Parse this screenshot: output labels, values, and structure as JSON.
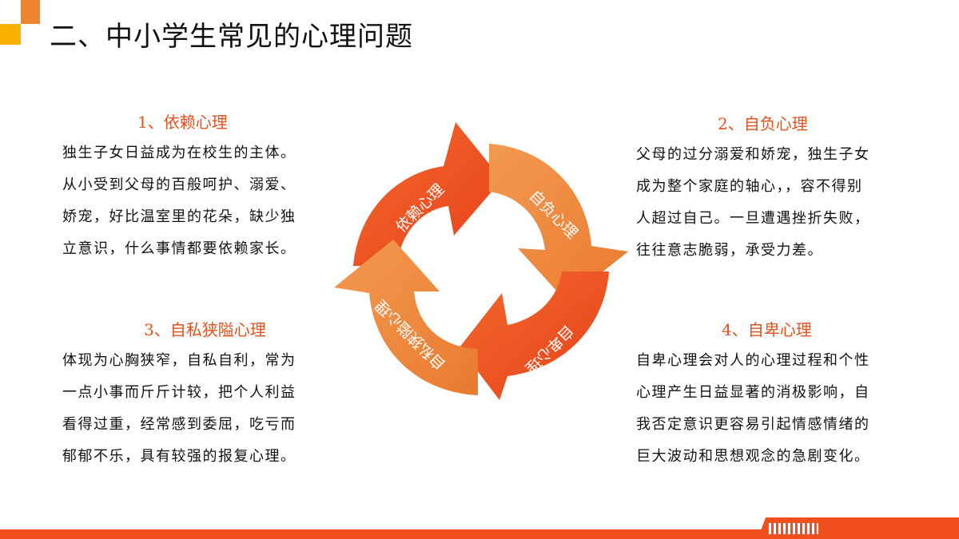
{
  "header": {
    "title": "二、中小学生常见的心理问题"
  },
  "sections": [
    {
      "heading": "1、依赖心理",
      "lines": [
        "独生子女日益成为在校生的主体。",
        "从小受到父母的百般呵护、溺爱、",
        "娇宠，好比温室里的花朵，缺少独",
        "立意识，什么事情都要依赖家长。"
      ]
    },
    {
      "heading": "2、自负心理",
      "lines": [
        "父母的过分溺爱和娇宠，独生子女",
        "成为整个家庭的轴心，，容不得别",
        "人超过自己。一旦遭遇挫折失败，",
        "往往意志脆弱，承受力差。"
      ]
    },
    {
      "heading": "3、自私狭隘心理",
      "lines": [
        "体现为心胸狭窄，自私自利，常为",
        "一点小事而斤斤计较，把个人利益",
        "看得过重，经常感到委屈，吃亏而",
        "郁郁不乐，具有较强的报复心理。"
      ]
    },
    {
      "heading": "4、自卑心理",
      "lines": [
        "自卑心理会对人的心理过程和个性",
        "心理产生日益显著的消极影响，自",
        "我否定意识更容易引起情感情绪的",
        "巨大波动和思想观念的急剧变化。"
      ]
    }
  ],
  "cycle": {
    "labels": [
      "依赖心理",
      "自负心理",
      "自卑心理",
      "自私狭隘心理"
    ]
  },
  "colors": {
    "accent": "#e8501c",
    "orange_dark": "#f0501e",
    "orange_light": "#ee8432",
    "corner_yellow": "#f8b000"
  }
}
